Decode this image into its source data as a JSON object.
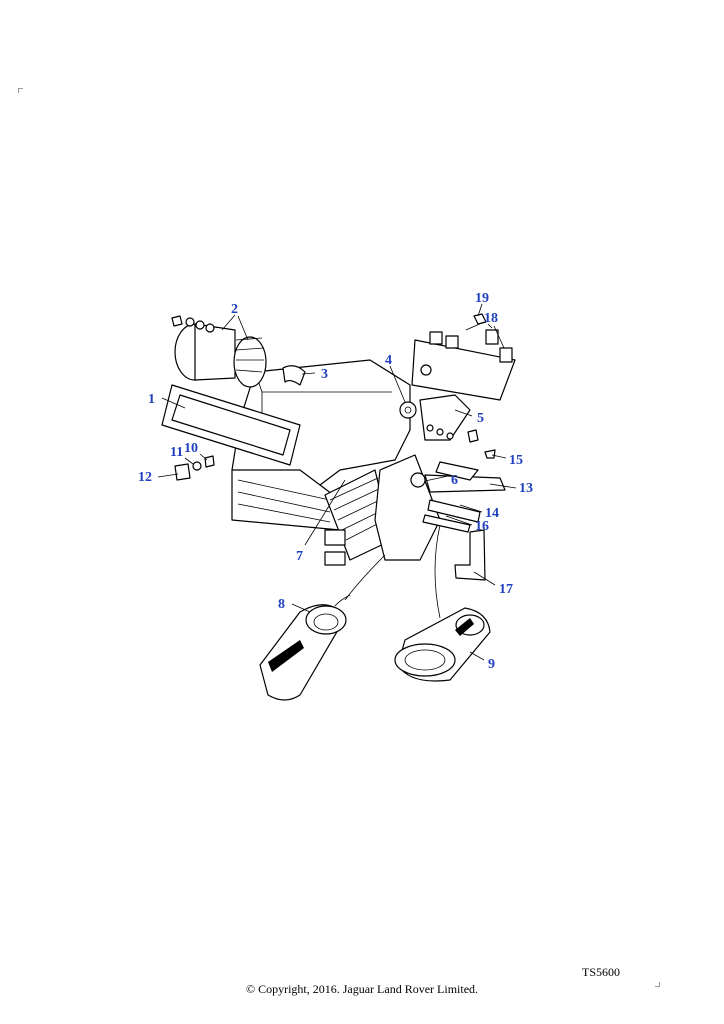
{
  "diagram": {
    "reference_code": "TS5600",
    "copyright": "© Copyright, 2016. Jaguar Land Rover Limited.",
    "callouts": [
      {
        "id": "1",
        "label": "1"
      },
      {
        "id": "2",
        "label": "2"
      },
      {
        "id": "3",
        "label": "3"
      },
      {
        "id": "4",
        "label": "4"
      },
      {
        "id": "5",
        "label": "5"
      },
      {
        "id": "6",
        "label": "6"
      },
      {
        "id": "7",
        "label": "7"
      },
      {
        "id": "8",
        "label": "8"
      },
      {
        "id": "9",
        "label": "9"
      },
      {
        "id": "10",
        "label": "10"
      },
      {
        "id": "11",
        "label": "11"
      },
      {
        "id": "12",
        "label": "12"
      },
      {
        "id": "13",
        "label": "13"
      },
      {
        "id": "14",
        "label": "14"
      },
      {
        "id": "15",
        "label": "15"
      },
      {
        "id": "16",
        "label": "16"
      },
      {
        "id": "17",
        "label": "17"
      },
      {
        "id": "18",
        "label": "18"
      },
      {
        "id": "19",
        "label": "19"
      }
    ],
    "colors": {
      "callout": "#1f3fbf",
      "line": "#000000"
    }
  }
}
